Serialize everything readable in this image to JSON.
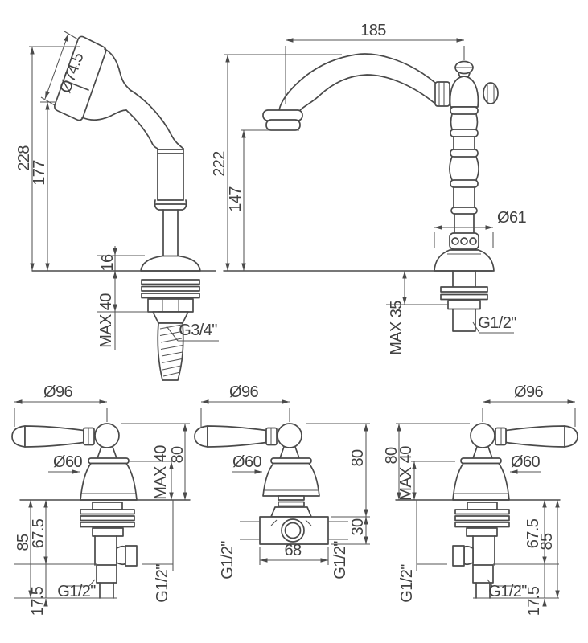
{
  "title": "faucet technical dimension drawing",
  "colors": {
    "line": "#4a4a4a",
    "text": "#414141",
    "background": "#ffffff"
  },
  "handshower": {
    "h228": "228",
    "h177": "177",
    "d745": "Ø74.5",
    "h16": "16",
    "max40": "MAX 40",
    "g34": "G3/4\""
  },
  "spout": {
    "w185": "185",
    "h222": "222",
    "h147": "147",
    "d61": "Ø61",
    "max35": "MAX 35",
    "g12": "G1/2\""
  },
  "valve_left": {
    "d96": "Ø96",
    "d60": "Ø60",
    "max40": "MAX 40",
    "h80": "80",
    "h85": "85",
    "h675": "67.5",
    "h175": "17.5",
    "g12_bottom": "G1/2\"",
    "g12_side": "G1/2\""
  },
  "valve_center": {
    "d96": "Ø96",
    "d60": "Ø60",
    "h80": "80",
    "h30": "30",
    "w68": "68",
    "g12_left": "G1/2\"",
    "g12_right": "G1/2\""
  },
  "valve_right": {
    "d96": "Ø96",
    "d60": "Ø60",
    "max40": "MAX 40",
    "h80": "80",
    "h85": "85",
    "h675": "67.5",
    "h175": "17.5",
    "g12_bottom": "G1/2\"",
    "g12_side": "G1/2\""
  }
}
